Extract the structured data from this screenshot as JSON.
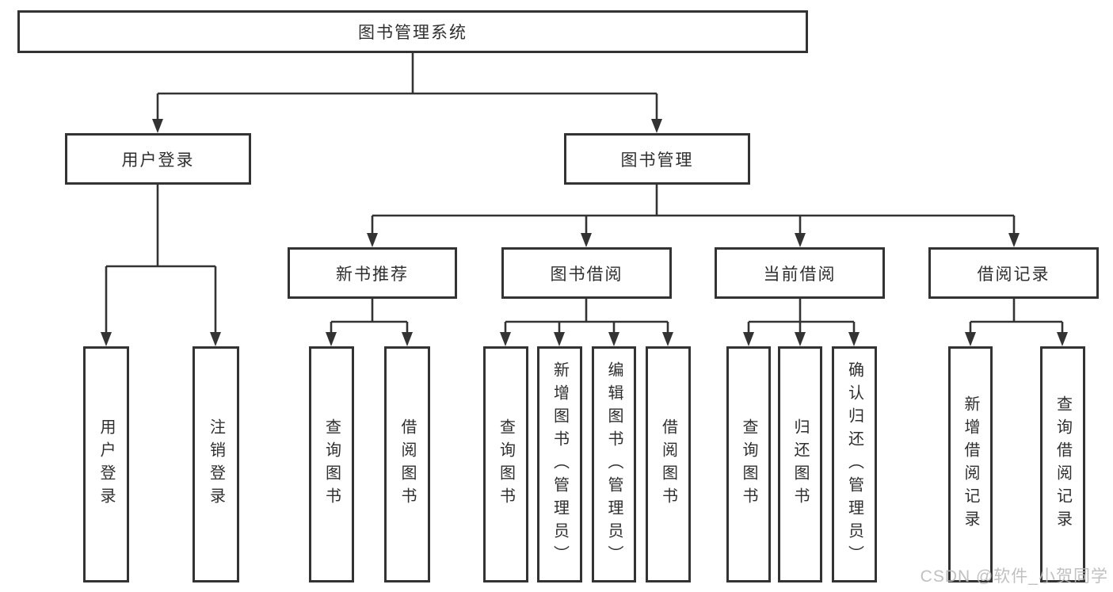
{
  "diagram": {
    "root": {
      "label": "图书管理系统"
    },
    "level2": [
      {
        "label": "用户登录"
      },
      {
        "label": "图书管理"
      }
    ],
    "level3": [
      {
        "label": "新书推荐"
      },
      {
        "label": "图书借阅"
      },
      {
        "label": "当前借阅"
      },
      {
        "label": "借阅记录"
      }
    ],
    "leaves": [
      {
        "label": "用户登录"
      },
      {
        "label": "注销登录"
      },
      {
        "label": "查询图书"
      },
      {
        "label": "借阅图书"
      },
      {
        "label": "查询图书"
      },
      {
        "label": "新增图书（管理员）"
      },
      {
        "label": "编辑图书（管理员）"
      },
      {
        "label": "借阅图书"
      },
      {
        "label": "查询图书"
      },
      {
        "label": "归还图书"
      },
      {
        "label": "确认归还（管理员）"
      },
      {
        "label": "新增借阅记录"
      },
      {
        "label": "查询借阅记录"
      }
    ]
  },
  "watermark": {
    "text": "CSDN @软件_小贺同学"
  },
  "colors": {
    "line": "#333333",
    "border": "#333333",
    "text": "#2f2f2f",
    "background": "#ffffff",
    "watermark": "#b9b9b9"
  }
}
